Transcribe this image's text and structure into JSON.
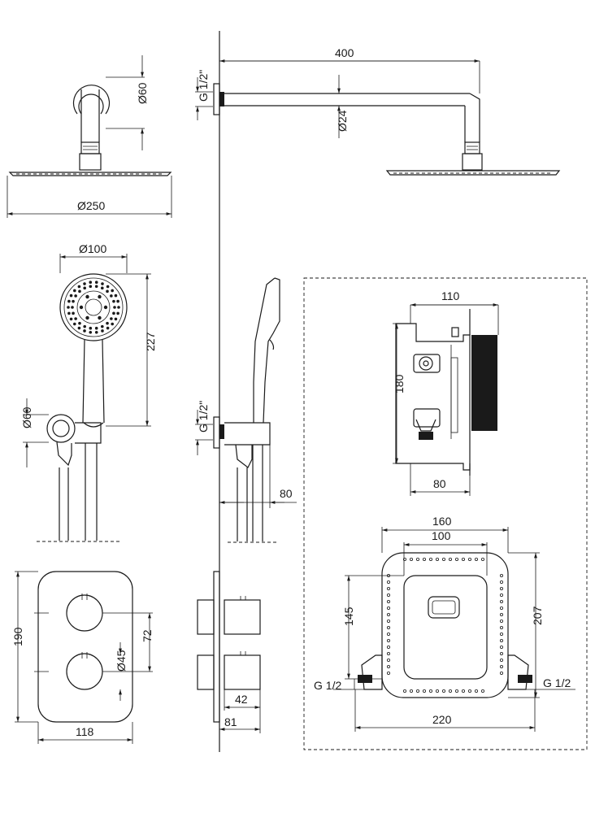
{
  "labels": {
    "head_width": "400",
    "wall_thread": "G 1/2\"",
    "arm_diameter": "Ø24",
    "flange_diameter": "Ø60",
    "head_diameter": "Ø250",
    "hand_diameter": "Ø100",
    "hand_length": "227",
    "holder_diameter": "Ø60",
    "holder_thread": "G 1/2\"",
    "holder_depth": "80",
    "plate_height": "190",
    "plate_width": "118",
    "knob_spacing": "72",
    "knob_diameter": "Ø45",
    "knob_depth": "42",
    "valve_depth": "81",
    "box_width": "110",
    "box_height": "180",
    "box_depth": "80",
    "body_width_outer": "160",
    "body_width_inner": "100",
    "body_height_inner": "145",
    "body_height_outer": "207",
    "inlet_left": "G 1/2",
    "inlet_right": "G 1/2",
    "base_width": "220"
  }
}
